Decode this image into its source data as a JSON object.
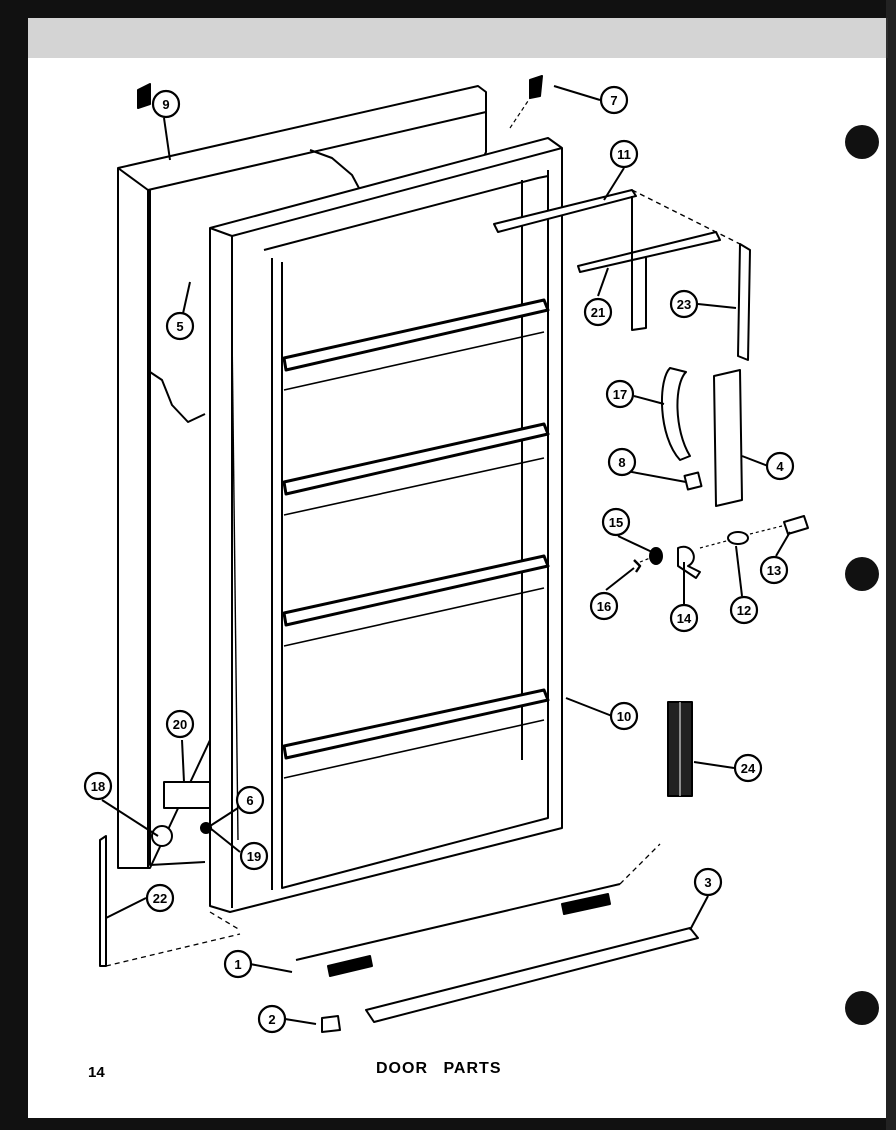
{
  "diagram": {
    "title": "DOOR PARTS",
    "page_number": "14",
    "callouts": [
      "1",
      "2",
      "3",
      "4",
      "5",
      "6",
      "7",
      "8",
      "9",
      "10",
      "11",
      "12",
      "13",
      "14",
      "15",
      "16",
      "17",
      "18",
      "19",
      "20",
      "21",
      "22",
      "23",
      "24"
    ],
    "colors": {
      "ink": "#000000",
      "paper": "#ffffff",
      "border": "#111111"
    }
  }
}
